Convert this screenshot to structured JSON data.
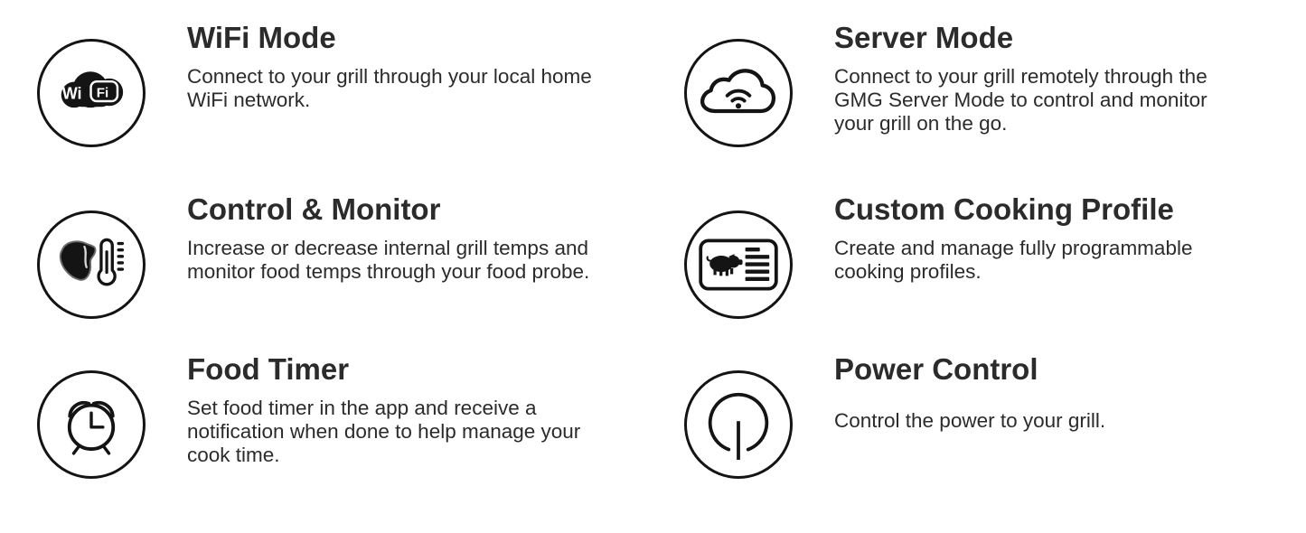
{
  "page": {
    "background": "#ffffff",
    "text_color": "#2b2b2b",
    "icon_color": "#141414"
  },
  "features": [
    {
      "title": "WiFi Mode",
      "description": "Connect to your grill through your local home\nWiFi network.",
      "icon": "wifi-logo-icon",
      "logo_text_wi": "Wi",
      "logo_text_fi": "Fi"
    },
    {
      "title": "Server Mode",
      "description": "Connect to your grill remotely through the\nGMG Server Mode to control and monitor\nyour grill on the go.",
      "icon": "cloud-wifi-icon"
    },
    {
      "title": "Control & Monitor",
      "description": "Increase or decrease internal grill temps and\nmonitor food temps through your food probe.",
      "icon": "steak-thermometer-icon"
    },
    {
      "title": "Custom Cooking Profile",
      "description": "Create and manage fully programmable\ncooking profiles.",
      "icon": "profile-card-pig-icon"
    },
    {
      "title": "Food Timer",
      "description": "Set food timer in the app and receive a\nnotification when done to help manage your\ncook time.",
      "icon": "alarm-clock-icon"
    },
    {
      "title": "Power Control",
      "description": "Control the power to your grill.",
      "icon": "power-button-icon"
    }
  ]
}
